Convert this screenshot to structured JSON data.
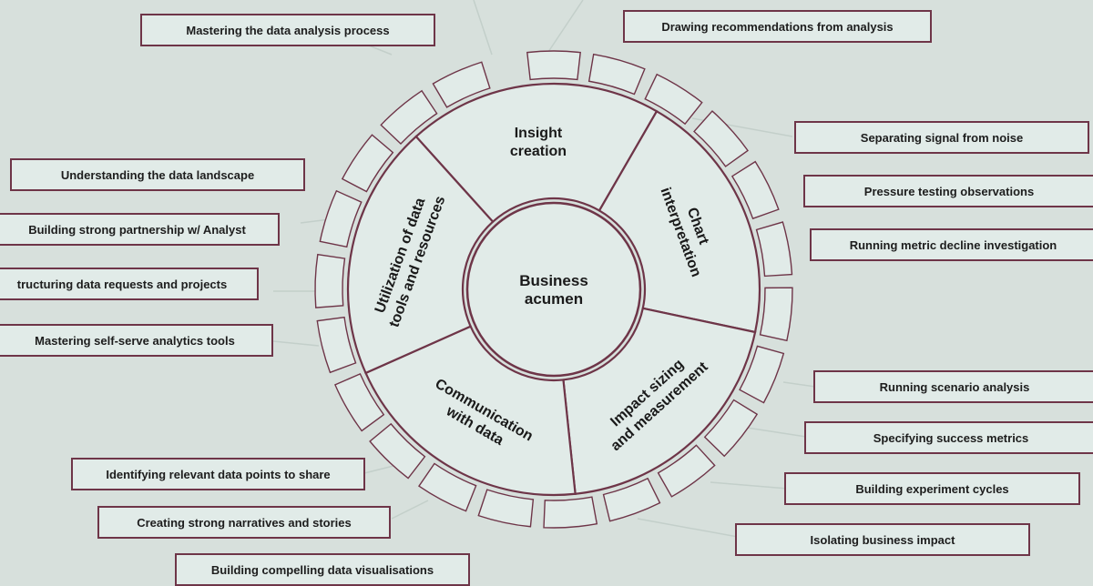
{
  "center": {
    "lines": [
      "Business",
      "acumen"
    ]
  },
  "segments": [
    {
      "name": "insight-creation",
      "lines": [
        "Insight",
        "creation"
      ]
    },
    {
      "name": "chart-interpretation",
      "lines": [
        "Chart",
        "interpretation"
      ]
    },
    {
      "name": "impact-sizing",
      "lines": [
        "Impact sizing",
        "and measurement"
      ]
    },
    {
      "name": "communication-with-data",
      "lines": [
        "Communication",
        "with data"
      ]
    },
    {
      "name": "utilization-of-data-tools",
      "lines": [
        "Utilization of data",
        "tools and resources"
      ]
    }
  ],
  "labels": [
    {
      "name": "mastering-data-analysis",
      "text": "Mastering the data analysis process"
    },
    {
      "name": "drawing-recommendations",
      "text": "Drawing recommendations from analysis"
    },
    {
      "name": "separating-signal",
      "text": "Separating signal from noise"
    },
    {
      "name": "pressure-testing",
      "text": "Pressure testing observations"
    },
    {
      "name": "running-metric-decline",
      "text": "Running metric decline investigation"
    },
    {
      "name": "understanding-landscape",
      "text": "Understanding the data landscape"
    },
    {
      "name": "building-partnership",
      "text": "Building strong partnership w/ Analyst"
    },
    {
      "name": "structuring-requests",
      "text": "tructuring data requests and projects"
    },
    {
      "name": "mastering-self-serve",
      "text": "Mastering self-serve analytics tools"
    },
    {
      "name": "running-scenario",
      "text": "Running scenario analysis"
    },
    {
      "name": "specifying-metrics",
      "text": "Specifying success metrics"
    },
    {
      "name": "building-experiment",
      "text": "Building experiment cycles"
    },
    {
      "name": "isolating-impact",
      "text": "Isolating business impact"
    },
    {
      "name": "identifying-data-points",
      "text": "Identifying relevant data points to share"
    },
    {
      "name": "creating-narratives",
      "text": "Creating strong narratives and stories"
    },
    {
      "name": "building-visualisations",
      "text": "Building compelling data visualisations"
    }
  ],
  "colors": {
    "background": "#d7e0dc",
    "fill": "#e1ebe8",
    "stroke": "#6e3548"
  }
}
